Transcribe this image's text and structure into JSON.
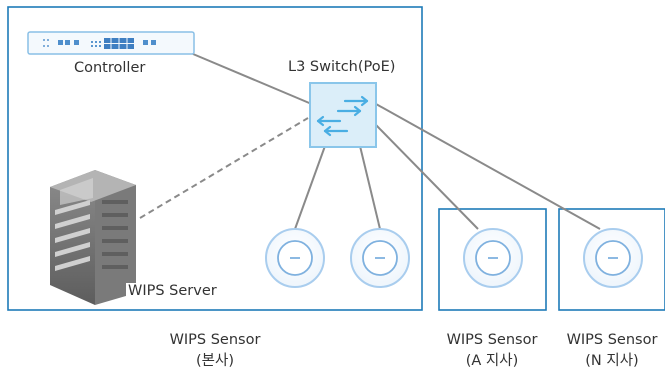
{
  "nodes": {
    "controller": {
      "label": "Controller"
    },
    "switch": {
      "label": "L3 Switch(PoE)"
    },
    "server": {
      "label": "WIPS Server"
    }
  },
  "groups": {
    "hq": {
      "line1": "WIPS Sensor",
      "line2": "(본사)"
    },
    "branch_a": {
      "line1": "WIPS Sensor",
      "line2": "(A 지사)"
    },
    "branch_n": {
      "line1": "WIPS Sensor",
      "line2": "(N 지사)"
    }
  },
  "colors": {
    "frame": "#1e7bb8",
    "switch_fill": "#dbeef9",
    "switch_border": "#8ac6ea",
    "arrow": "#4aaee3",
    "link": "#8a8a8a",
    "sensor_ring": "#a9cdee",
    "sensor_inner": "#7fb1df"
  },
  "icons": [
    "controller-device-icon",
    "switch-icon",
    "server-icon",
    "sensor-icon"
  ]
}
